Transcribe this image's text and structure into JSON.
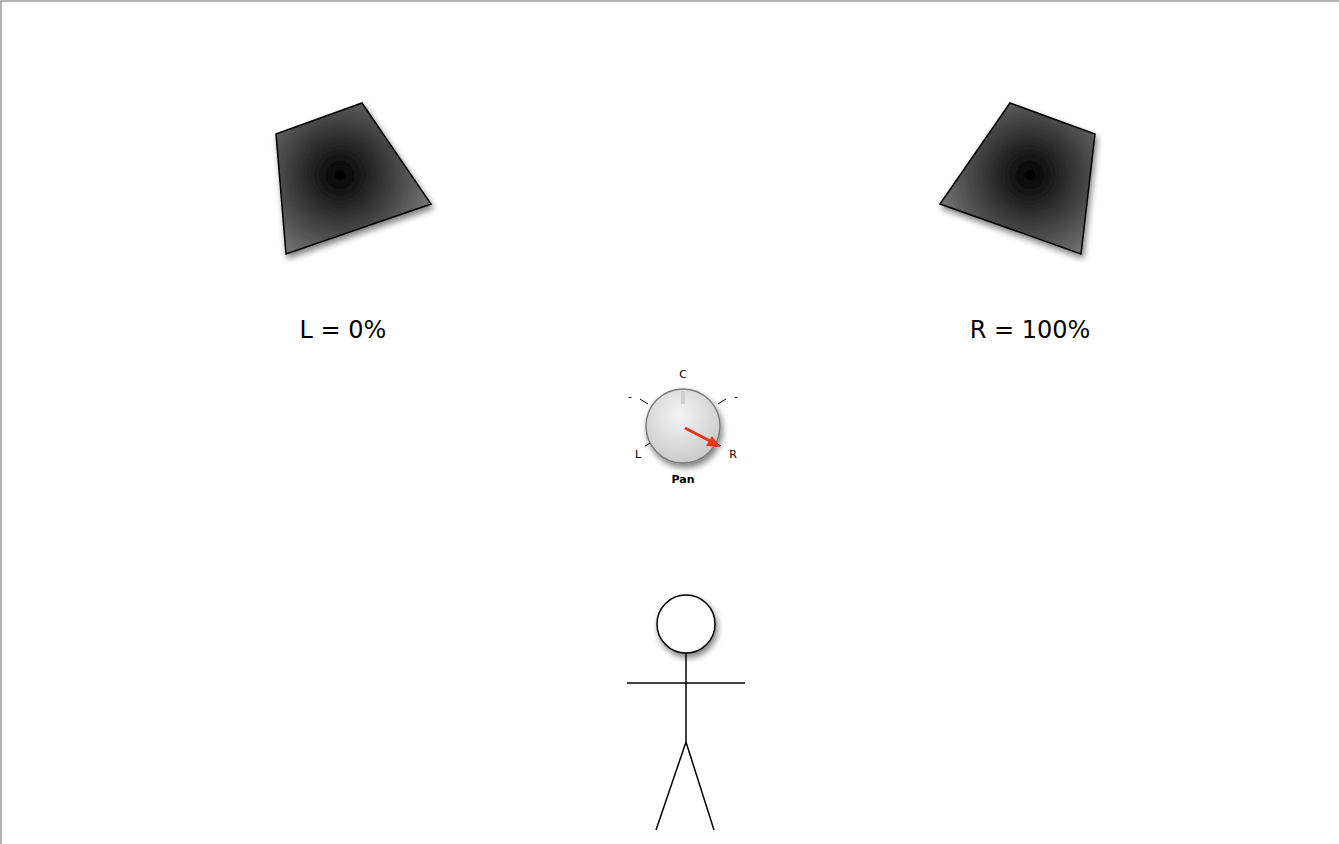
{
  "diagram": {
    "labels": [
      "L = 0%",
      "R = 100%",
      "C",
      "-",
      "-",
      "L",
      "R",
      "Pan"
    ]
  }
}
